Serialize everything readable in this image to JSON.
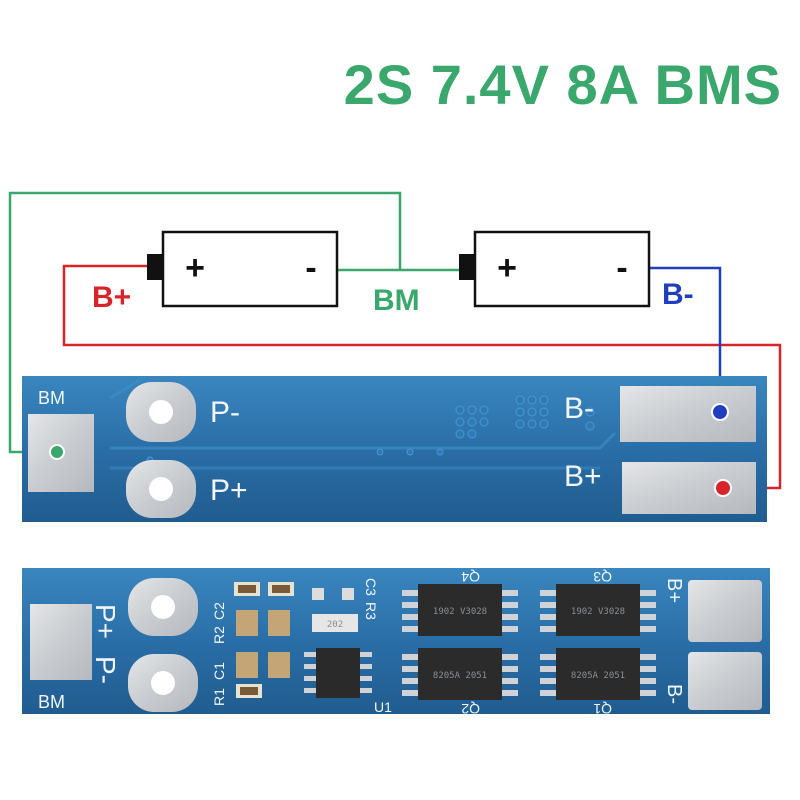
{
  "title": "2S 7.4V 8A BMS",
  "wiring": {
    "b_plus": "B+",
    "bm": "BM",
    "b_minus": "B-",
    "cell1": {
      "plus": "+",
      "minus": "-"
    },
    "cell2": {
      "plus": "+",
      "minus": "-"
    }
  },
  "board_top": {
    "bm": "BM",
    "p_minus": "P-",
    "p_plus": "P+",
    "b_minus": "B-",
    "b_plus": "B+"
  },
  "board_bottom": {
    "p_plus": "P+",
    "p_minus": "P-",
    "bm": "BM",
    "r2": "R2",
    "c2": "C2",
    "r1": "R1",
    "c1": "C1",
    "c3": "C3",
    "r3": "R3",
    "q4": "Q4",
    "q3": "Q3",
    "q2": "Q2",
    "q1": "Q1",
    "u1": "U1",
    "b_plus": "B+",
    "b_minus": "B-",
    "r202": "202",
    "q4_mark": "1902 V3028",
    "q3_mark": "1902 V3028",
    "q2_mark": "8205A 2051",
    "q1_mark": "8205A 2051"
  },
  "colors": {
    "title": "#3aa76d",
    "wire_green": "#3aa76d",
    "wire_red": "#d9232a",
    "wire_blue": "#1f3fbf",
    "pcb": "#2b6fa6"
  }
}
